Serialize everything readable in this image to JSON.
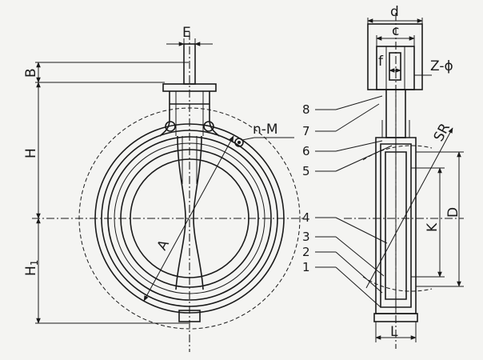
{
  "front_view": {
    "labels": {
      "E": "E",
      "B": "B",
      "H": "H",
      "H1": "H",
      "H1_sub": "1",
      "A": "A",
      "nM": "n-M"
    }
  },
  "side_view": {
    "labels": {
      "d": "d",
      "c": "c",
      "f": "f",
      "Z_phi": "Z-ϕ",
      "SR": "SR",
      "D": "D",
      "K": "K",
      "L": "L"
    },
    "parts": [
      "8",
      "7",
      "6",
      "5",
      "4",
      "3",
      "2",
      "1"
    ]
  }
}
